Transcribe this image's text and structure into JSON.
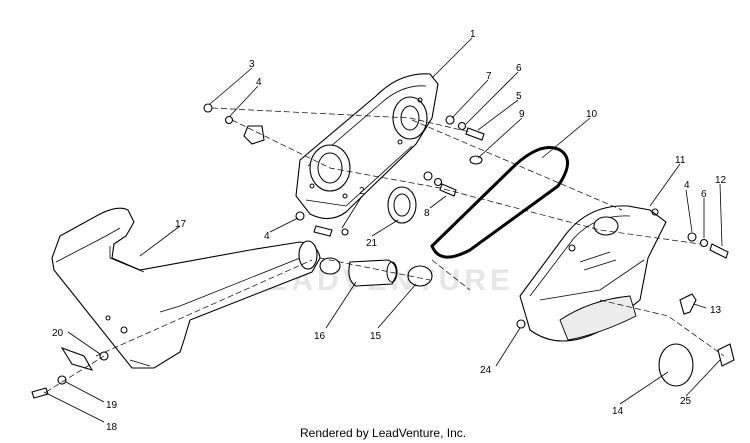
{
  "callouts": {
    "c1": "1",
    "c2": "2",
    "c3": "3",
    "c4a": "4",
    "c4b": "4",
    "c4c": "4",
    "c5": "5",
    "c6a": "6",
    "c6b": "6",
    "c7": "7",
    "c8": "8",
    "c9": "9",
    "c10": "10",
    "c11": "11",
    "c12": "12",
    "c13": "13",
    "c14": "14",
    "c15": "15",
    "c16": "16",
    "c17": "17",
    "c18": "18",
    "c19": "19",
    "c20": "20",
    "c21": "21",
    "c24": "24",
    "c25": "25"
  },
  "watermark": "LEADVENTURE",
  "credit": "Rendered by LeadVenture, Inc."
}
